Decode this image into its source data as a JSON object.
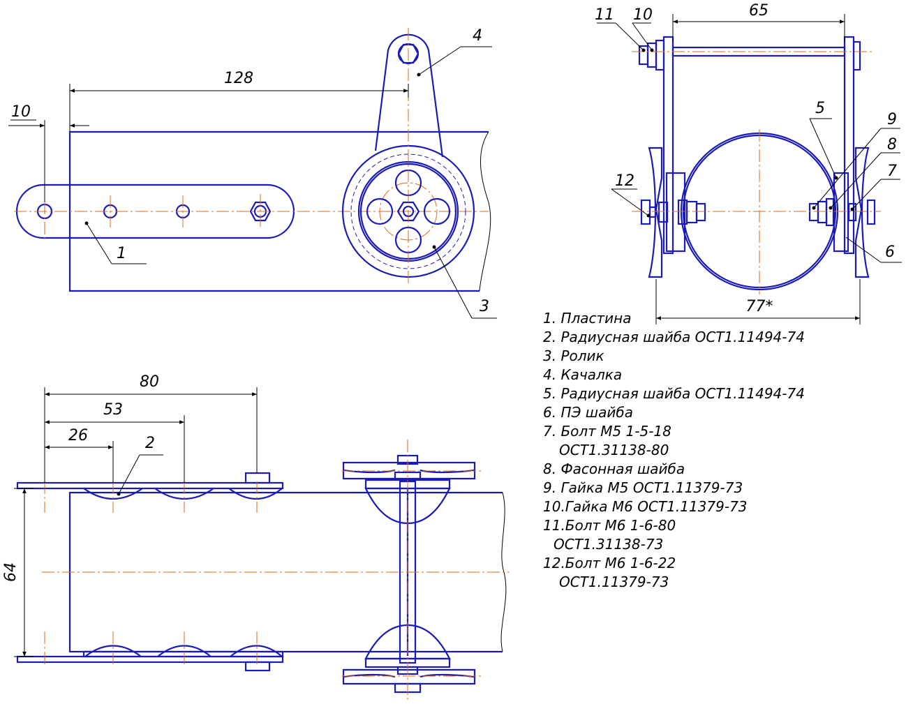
{
  "colors": {
    "outline": "#1a1ab8",
    "dimension": "#000000",
    "centerline": "#e06a10"
  },
  "views": {
    "top": {
      "dims": {
        "d10": "10",
        "d128": "128"
      },
      "callouts": {
        "p1": "1",
        "p3": "3",
        "p4": "4"
      }
    },
    "side": {
      "dims": {
        "d65": "65",
        "d77": "77*"
      },
      "callouts": {
        "p5": "5",
        "p6": "6",
        "p7": "7",
        "p8": "8",
        "p9": "9",
        "p10": "10",
        "p11": "11",
        "p12": "12"
      }
    },
    "front": {
      "dims": {
        "d80": "80",
        "d53": "53",
        "d26": "26",
        "d64": "64"
      },
      "callouts": {
        "p2": "2"
      }
    }
  },
  "parts_list": [
    "1. Пластина",
    "2. Радиусная шайба ОСТ1.11494-74",
    "3. Ролик",
    "4. Качалка",
    "5. Радиусная шайба ОСТ1.11494-74",
    "6. ПЭ шайба",
    "7. Болт М5 1-5-18",
    "ОСТ1.31138-80",
    "8. Фасонная шайба",
    "9. Гайка М5 ОСТ1.11379-73",
    "10.Гайка М6 ОСТ1.11379-73",
    "11.Болт М6 1-6-80",
    "ОСТ1.31138-73",
    "12.Болт М6 1-6-22",
    "ОСТ1.11379-73"
  ]
}
